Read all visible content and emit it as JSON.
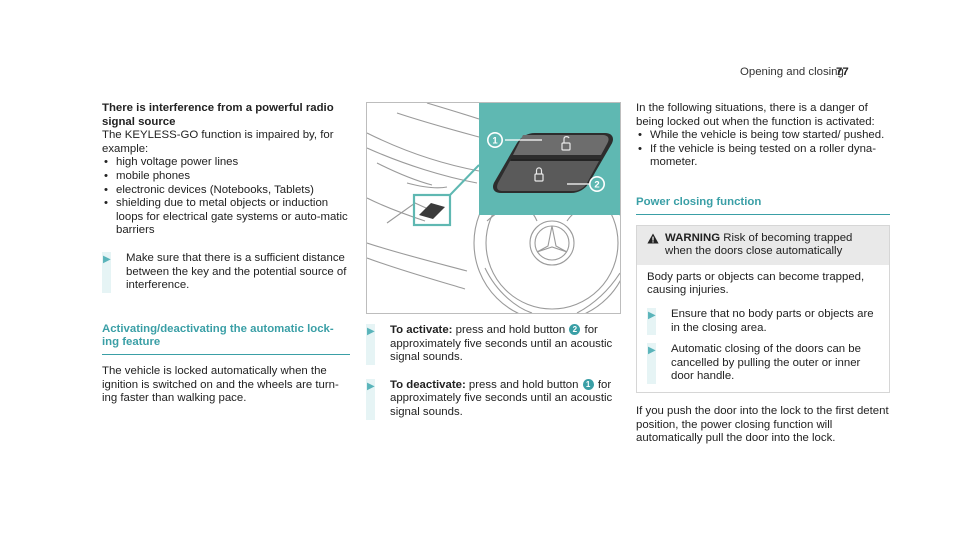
{
  "header": {
    "section": "Opening and closing",
    "page": "77"
  },
  "col1": {
    "interference_heading": "There is interference from a powerful radio signal source",
    "intro": "The KEYLESS-GO function is impaired by, for example:",
    "bullets": [
      "high voltage power lines",
      "mobile phones",
      "electronic devices (Notebooks, Tablets)",
      "shielding due to metal objects or induction loops for electrical gate systems or auto-matic barriers"
    ],
    "action": "Make sure that there is a sufficient distance between the key and the potential source of interference.",
    "autolock_heading": "Activating/deactivating the automatic lock-ing feature",
    "autolock_text": "The vehicle is locked automatically when the ignition is switched on and the wheels are turn-ing faster than walking pace."
  },
  "figure": {
    "callout1": "1",
    "callout2": "2"
  },
  "col2": {
    "activate_label": "To activate:",
    "activate_pre": "press and hold button",
    "activate_num": "2",
    "activate_post": "for approximately five seconds until an acoustic signal sounds.",
    "deactivate_label": "To deactivate:",
    "deactivate_pre": "press and hold button",
    "deactivate_num": "1",
    "deactivate_post": "for approximately five seconds until an acoustic signal sounds."
  },
  "col3": {
    "intro": "In the following situations, there is a danger of being locked out when the function is activated:",
    "bullets": [
      "While the vehicle is being tow started/ pushed.",
      "If the vehicle is being tested on a roller dyna-mometer."
    ],
    "power_heading": "Power closing function",
    "warning_label": "WARNING",
    "warning_title": "Risk of becoming trapped when the doors close automatically",
    "warning_text": "Body parts or objects can become trapped, causing injuries.",
    "warning_actions": [
      "Ensure that no body parts or objects are in the closing area.",
      "Automatic closing of the doors can be cancelled by pulling the outer or inner door handle."
    ],
    "outro": "If you push the door into the lock to the first detent position, the power closing function will automatically pull the door into the lock."
  },
  "colors": {
    "accent": "#3a9fa6",
    "figure_highlight": "#5fb8b2",
    "warning_bg": "#e9e9e9"
  }
}
